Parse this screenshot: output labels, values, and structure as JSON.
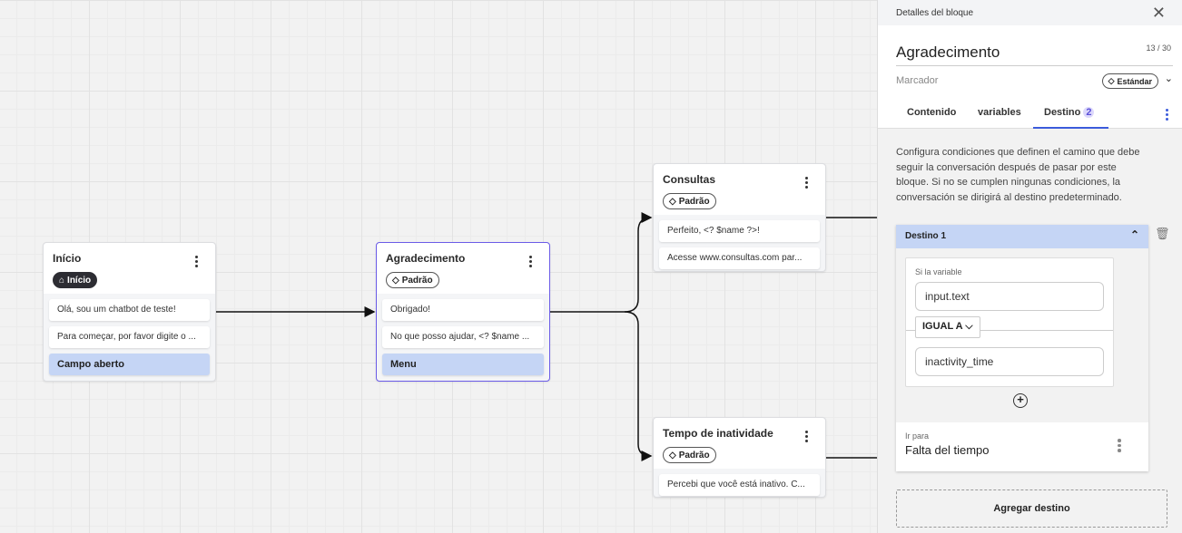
{
  "canvas": {
    "nodes": [
      {
        "title": "Início",
        "tag": "Início",
        "tag_icon": "home-icon",
        "items": [
          "Olá, sou um chatbot de teste!",
          "Para começar, por favor digite o ..."
        ],
        "input": "Campo aberto"
      },
      {
        "title": "Agradecimento",
        "tag": "Padrão",
        "tag_icon": "tag-icon",
        "items": [
          "Obrigado!",
          "No que posso ajudar, <? $name ..."
        ],
        "input": "Menu"
      },
      {
        "title": "Consultas",
        "tag": "Padrão",
        "tag_icon": "tag-icon",
        "items": [
          "Perfeito, <? $name ?>!",
          "Acesse www.consultas.com par..."
        ]
      },
      {
        "title": "Tempo de inatividade",
        "tag": "Padrão",
        "tag_icon": "tag-icon",
        "items": [
          "Percebi que você está inativo. C..."
        ]
      }
    ]
  },
  "panel": {
    "header": "Detalles del bloque",
    "title": "Agradecimento",
    "counter": "13 / 30",
    "marker_label": "Marcador",
    "marker_value": "Estándar",
    "tabs": [
      {
        "label": "Contenido"
      },
      {
        "label": "variables"
      },
      {
        "label": "Destino",
        "badge": "2",
        "active": true
      }
    ],
    "description": "Configura condiciones que definen el camino que debe seguir la conversación después de pasar por este bloque. Si no se cumplen ningunas condiciones, la conversación se dirigirá al destino predeterminado.",
    "destination": {
      "title": "Destino 1",
      "if_label": "Si la variable",
      "variable": "input.text",
      "operator": "IGUAL A",
      "value": "inactivity_time",
      "go_label": "Ir para",
      "go_value": "Falta del tiempo"
    },
    "add_button": "Agregar destino"
  },
  "colors": {
    "accent": "#3b5bdb",
    "selected_border": "#6b5ce7",
    "input_item": "#c5d5f5"
  }
}
